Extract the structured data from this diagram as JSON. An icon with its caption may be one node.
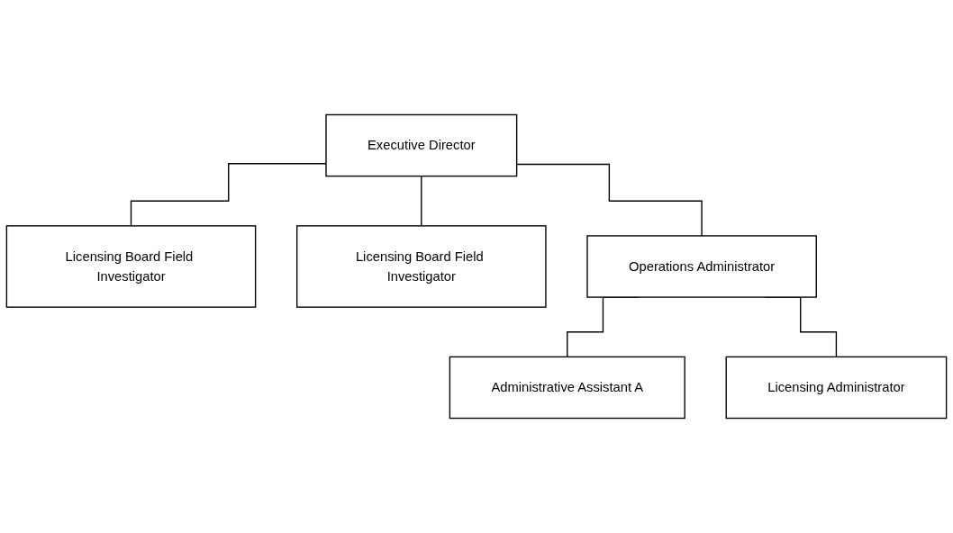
{
  "diagram": {
    "nodes": [
      {
        "text": [
          "Executive Director"
        ]
      },
      {
        "text": [
          "Licensing Board Field Investigator"
        ]
      },
      {
        "text": [
          "Licensing Board Field Investigator"
        ]
      },
      {
        "text": [
          "Operations Administrator"
        ]
      },
      {
        "text": [
          "Administrative Assistant A"
        ]
      },
      {
        "text": [
          "Licensing Administrator"
        ]
      }
    ],
    "edges": [
      {
        "from": 0,
        "to": 1,
        "arrow": "none"
      },
      {
        "from": 0,
        "to": 2,
        "arrow": "none"
      },
      {
        "from": 0,
        "to": 3,
        "arrow": "none"
      },
      {
        "from": 3,
        "to": 4,
        "arrow": "none"
      },
      {
        "from": 3,
        "to": 5,
        "arrow": "none"
      }
    ]
  }
}
